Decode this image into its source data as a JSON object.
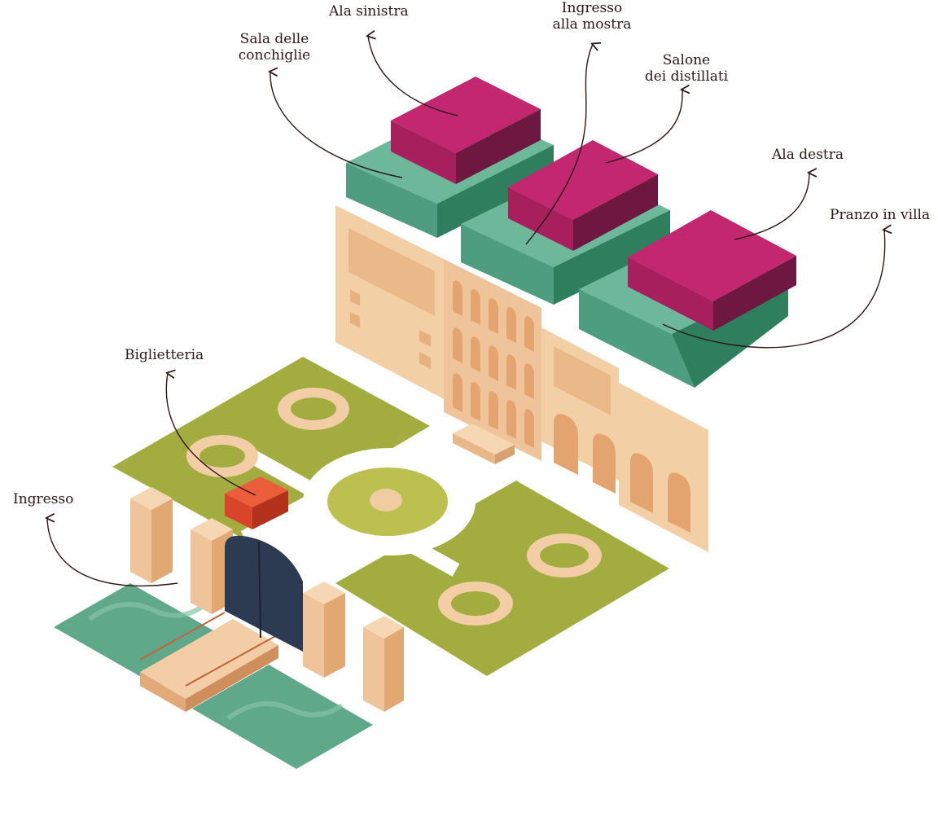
{
  "labels": {
    "ala_sinistra": "Ala sinistra",
    "ingresso_mostra_1": "Ingresso",
    "ingresso_mostra_2": "alla mostra",
    "sala_conchiglie_1": "Sala delle",
    "sala_conchiglie_2": "conchiglie",
    "salone_distillati_1": "Salone",
    "salone_distillati_2": "dei distillati",
    "ala_destra": "Ala destra",
    "pranzo_villa": "Pranzo in villa",
    "biglietteria": "Biglietteria",
    "ingresso": "Ingresso"
  },
  "colors": {
    "magenta": "#c0256f",
    "teal": "#5fae93",
    "sand": "#f2cda5",
    "lawn": "#a3ac3e",
    "water": "#5fa98a",
    "gate": "#2c3a52",
    "ticket_booth": "#e04b2f"
  }
}
